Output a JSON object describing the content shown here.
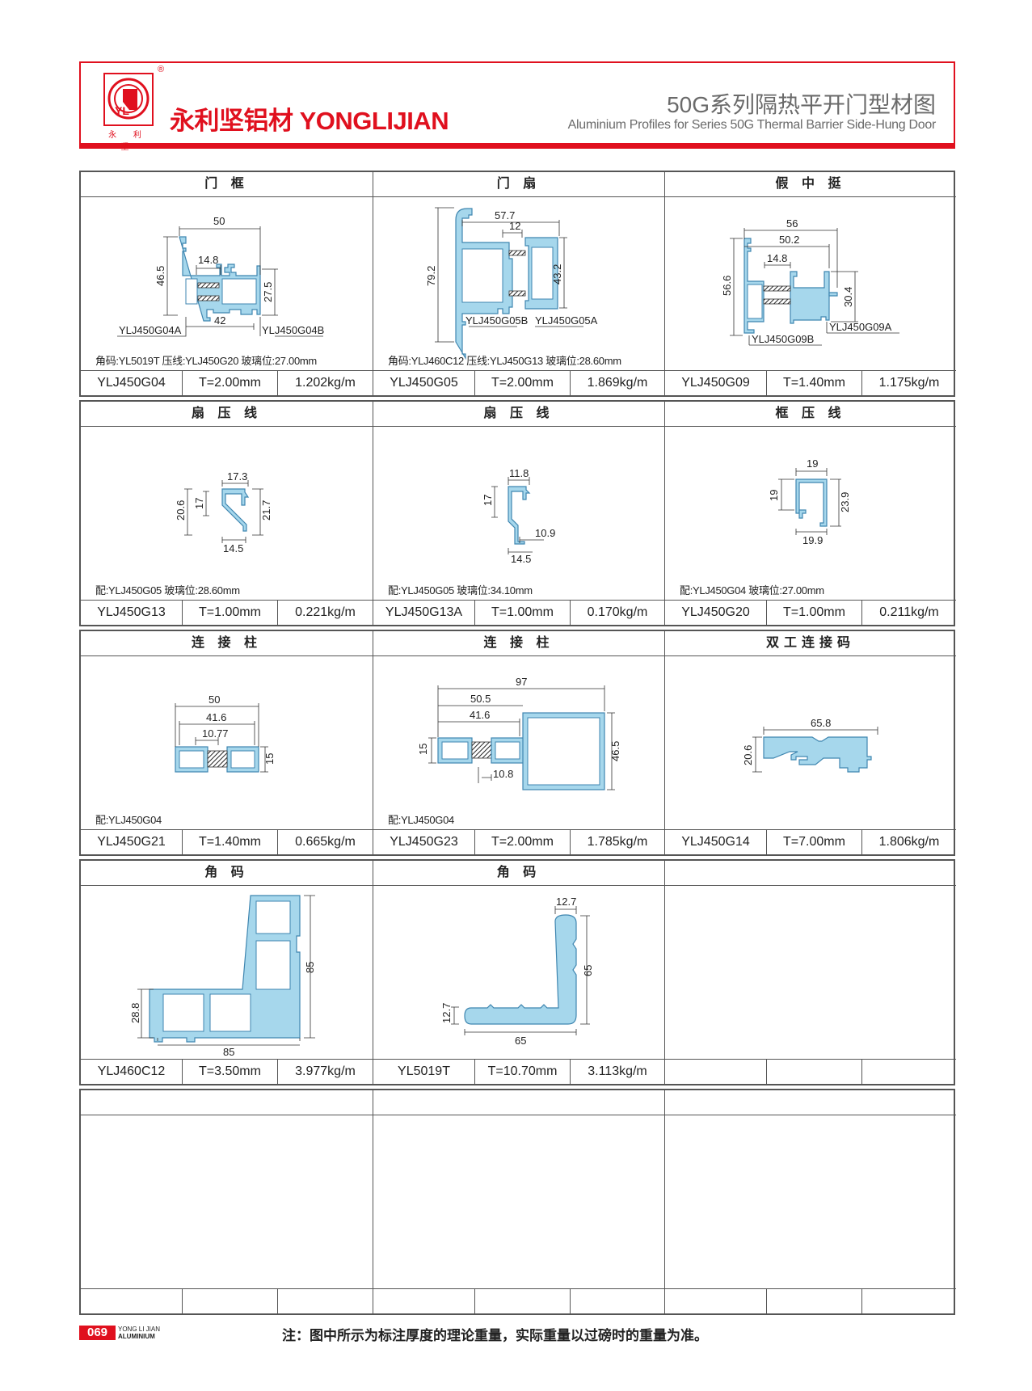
{
  "header": {
    "logo_text": "永 利 坚",
    "registered": "®",
    "brand": "永利坚铝材 YONGLIJIAN",
    "title": "50G系列隔热平开门型材图",
    "subtitle": "Aluminium Profiles for Series 50G Thermal Barrier Side-Hung Door"
  },
  "colors": {
    "brand_red": "#e0101e",
    "profile_blue": "#a6d7ec"
  },
  "rows": [
    {
      "cells": [
        {
          "title": "门 框",
          "dims": [
            "50",
            "14.8",
            "46.5",
            "27.5",
            "42"
          ],
          "parts": [
            "YLJ450G04A",
            "YLJ450G04B"
          ],
          "note": "角码:YL5019T  压线:YLJ450G20  玻璃位:27.00mm",
          "code": "YLJ450G04",
          "thickness": "T=2.00mm",
          "weight": "1.202kg/m"
        },
        {
          "title": "门 扇",
          "dims": [
            "57.7",
            "12",
            "79.2",
            "43.2"
          ],
          "parts": [
            "YLJ450G05B",
            "YLJ450G05A"
          ],
          "note": "角码:YLJ460C12  压线:YLJ450G13  玻璃位:28.60mm",
          "code": "YLJ450G05",
          "thickness": "T=2.00mm",
          "weight": "1.869kg/m"
        },
        {
          "title": "假 中 挺",
          "dims": [
            "56",
            "50.2",
            "14.8",
            "56.6",
            "30.4"
          ],
          "parts": [
            "YLJ450G09A",
            "YLJ450G09B"
          ],
          "note": "",
          "code": "YLJ450G09",
          "thickness": "T=1.40mm",
          "weight": "1.175kg/m"
        }
      ]
    },
    {
      "cells": [
        {
          "title": "扇 压 线",
          "dims": [
            "17.3",
            "20.6",
            "17",
            "21.7",
            "14.5"
          ],
          "note": "配:YLJ450G05  玻璃位:28.60mm",
          "code": "YLJ450G13",
          "thickness": "T=1.00mm",
          "weight": "0.221kg/m"
        },
        {
          "title": "扇 压 线",
          "dims": [
            "11.8",
            "17",
            "10.9",
            "14.5"
          ],
          "note": "配:YLJ450G05  玻璃位:34.10mm",
          "code": "YLJ450G13A",
          "thickness": "T=1.00mm",
          "weight": "0.170kg/m"
        },
        {
          "title": "框 压 线",
          "dims": [
            "19",
            "19",
            "23.9",
            "19.9"
          ],
          "note": "配:YLJ450G04  玻璃位:27.00mm",
          "code": "YLJ450G20",
          "thickness": "T=1.00mm",
          "weight": "0.211kg/m"
        }
      ]
    },
    {
      "cells": [
        {
          "title": "连 接 柱",
          "dims": [
            "50",
            "41.6",
            "10.77",
            "15"
          ],
          "note": "配:YLJ450G04",
          "code": "YLJ450G21",
          "thickness": "T=1.40mm",
          "weight": "0.665kg/m"
        },
        {
          "title": "连 接 柱",
          "dims": [
            "97",
            "50.5",
            "41.6",
            "15",
            "10.8",
            "46.5"
          ],
          "note": "配:YLJ450G04",
          "code": "YLJ450G23",
          "thickness": "T=2.00mm",
          "weight": "1.785kg/m"
        },
        {
          "title": "双工连接码",
          "dims": [
            "65.8",
            "20.6"
          ],
          "note": "",
          "code": "YLJ450G14",
          "thickness": "T=7.00mm",
          "weight": "1.806kg/m"
        }
      ]
    },
    {
      "cells": [
        {
          "title": "角 码",
          "dims": [
            "85",
            "85",
            "28.8"
          ],
          "note": "",
          "code": "YLJ460C12",
          "thickness": "T=3.50mm",
          "weight": "3.977kg/m"
        },
        {
          "title": "角 码",
          "dims": [
            "12.7",
            "65",
            "12.7",
            "65"
          ],
          "note": "",
          "code": "YL5019T",
          "thickness": "T=10.70mm",
          "weight": "3.113kg/m"
        },
        {
          "title": "",
          "note": "",
          "code": "",
          "thickness": "",
          "weight": ""
        }
      ]
    },
    {
      "cells": [
        {
          "title": "",
          "note": "",
          "code": "",
          "thickness": "",
          "weight": ""
        },
        {
          "title": "",
          "note": "",
          "code": "",
          "thickness": "",
          "weight": ""
        },
        {
          "title": "",
          "note": "",
          "code": "",
          "thickness": "",
          "weight": ""
        }
      ]
    }
  ],
  "footer": {
    "page": "069",
    "brand_line1": "YONG LI JIAN",
    "brand_line2": "ALUMINIUM",
    "note": "注：图中所示为标注厚度的理论重量，实际重量以过磅时的重量为准。"
  }
}
